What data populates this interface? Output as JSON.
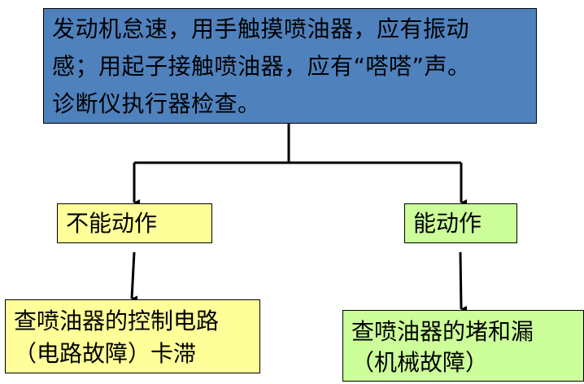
{
  "top": {
    "lines": [
      "发动机怠速，用手触摸喷油器，应有振动",
      "感；用起子接触喷油器，应有“嗒嗒”声。",
      "诊断仪执行器检查。"
    ]
  },
  "branches": {
    "no_action": "不能动作",
    "action": "能动作"
  },
  "results": {
    "control_circuit": [
      "查喷油器的控制电路",
      "（电路故障）卡滞"
    ],
    "clog_leak": [
      "查喷油器的堵和漏",
      "（机械故障）"
    ]
  },
  "colors": {
    "top_fill": "#4f81bd",
    "yellow_fill": "#ffff99",
    "green_fill": "#ccff99",
    "line": "#000000"
  }
}
